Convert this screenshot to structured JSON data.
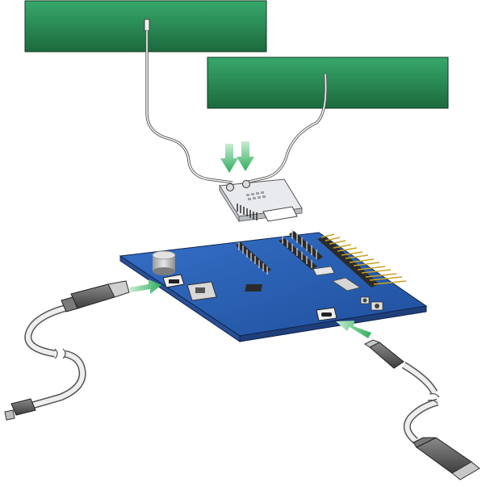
{
  "diagram": {
    "background": "#ffffff",
    "colors": {
      "antenna_panel_top": "#35a66a",
      "antenna_panel_bottom": "#1d6b3e",
      "antenna_panel_stroke": "#0e3a22",
      "cable": "#555555",
      "cable_highlight": "#eeeeee",
      "pcb_top": "#2c63b8",
      "pcb_edge": "#1f3f7a",
      "pcb_stroke": "#0e254f",
      "arrow": "#3fb96a",
      "module_body": "#e9ebee",
      "connector_dark": "#333333",
      "usb_plug": "#5c5c5c",
      "pin_gold": "#c9a227",
      "chip": "#2a2a2a"
    },
    "components": [
      {
        "id": "antenna-1",
        "icon": "antenna-panel-icon"
      },
      {
        "id": "antenna-2",
        "icon": "antenna-panel-icon"
      },
      {
        "id": "radio-module",
        "icon": "module-icon"
      },
      {
        "id": "dev-board",
        "icon": "pcb-icon"
      },
      {
        "id": "usb-a-to-micro-cable",
        "icon": "usb-cable-icon"
      },
      {
        "id": "usb-c-cable",
        "icon": "usb-c-cable-icon"
      }
    ]
  }
}
